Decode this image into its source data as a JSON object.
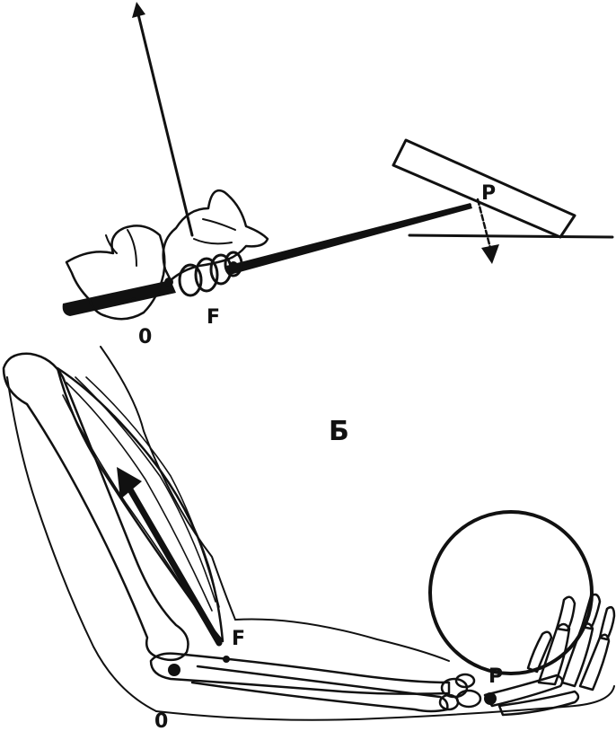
{
  "labels": {
    "top_fulcrum": "0",
    "top_force": "F",
    "top_load": "P",
    "panel": "Б",
    "arm_force": "F",
    "arm_load": "P",
    "arm_fulcrum": "0"
  },
  "colors": {
    "ink": "#111111",
    "paper": "#ffffff"
  }
}
